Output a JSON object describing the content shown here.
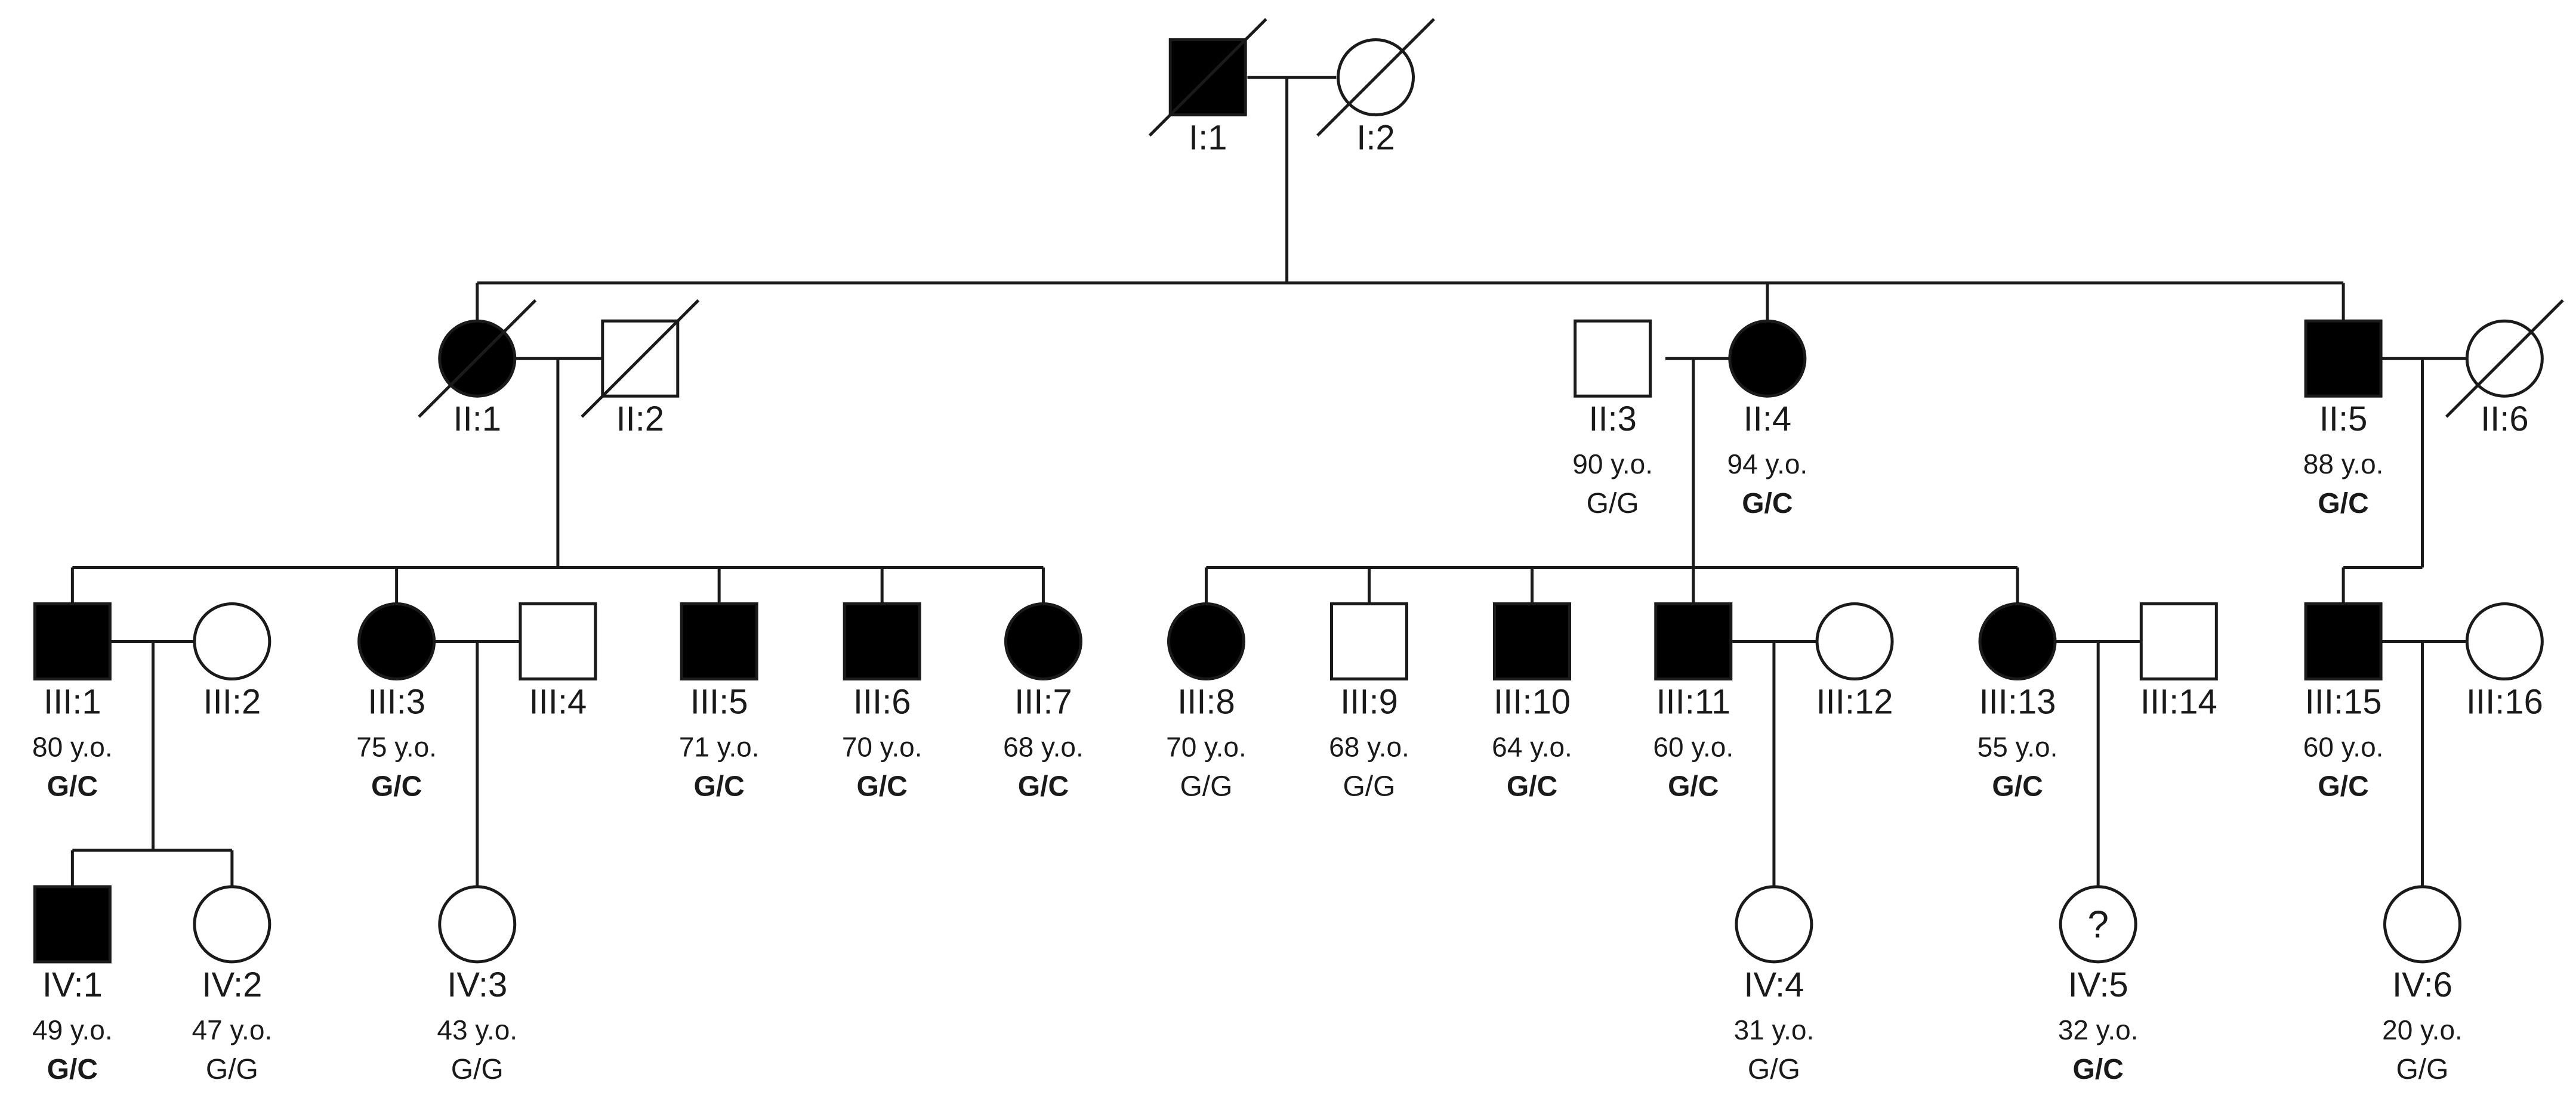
{
  "colors": {
    "affected": "#000000",
    "unaffected": "#ffffff",
    "line": "#1a1a1a"
  },
  "individuals": [
    {
      "id": "I:1",
      "sex": "male",
      "affected": true,
      "deceased": true
    },
    {
      "id": "I:2",
      "sex": "female",
      "affected": false,
      "deceased": true
    },
    {
      "id": "II:1",
      "sex": "female",
      "affected": true,
      "deceased": true
    },
    {
      "id": "II:2",
      "sex": "male",
      "affected": false,
      "deceased": true
    },
    {
      "id": "II:3",
      "sex": "male",
      "affected": false,
      "age": "90  y.o.",
      "genotype": "G/G"
    },
    {
      "id": "II:4",
      "sex": "female",
      "affected": true,
      "age": "94 y.o.",
      "genotype": "G/C"
    },
    {
      "id": "II:5",
      "sex": "male",
      "affected": true,
      "age": "88 y.o.",
      "genotype": "G/C"
    },
    {
      "id": "II:6",
      "sex": "female",
      "affected": false,
      "deceased": true
    },
    {
      "id": "III:1",
      "sex": "male",
      "affected": true,
      "age": "80 y.o.",
      "genotype": "G/C"
    },
    {
      "id": "III:2",
      "sex": "female",
      "affected": false
    },
    {
      "id": "III:3",
      "sex": "female",
      "affected": true,
      "age": "75 y.o.",
      "genotype": "G/C"
    },
    {
      "id": "III:4",
      "sex": "male",
      "affected": false
    },
    {
      "id": "III:5",
      "sex": "male",
      "affected": true,
      "age": "71 y.o.",
      "genotype": "G/C"
    },
    {
      "id": "III:6",
      "sex": "male",
      "affected": true,
      "age": "70 y.o.",
      "genotype": "G/C"
    },
    {
      "id": "III:7",
      "sex": "female",
      "affected": true,
      "age": "68 y.o.",
      "genotype": "G/C"
    },
    {
      "id": "III:8",
      "sex": "female",
      "affected": true,
      "age": "70 y.o.",
      "genotype": "G/G"
    },
    {
      "id": "III:9",
      "sex": "male",
      "affected": false,
      "age": "68 y.o.",
      "genotype": "G/G"
    },
    {
      "id": "III:10",
      "sex": "male",
      "affected": true,
      "age": "64 y.o.",
      "genotype": "G/C"
    },
    {
      "id": "III:11",
      "sex": "male",
      "affected": true,
      "age": "60 y.o.",
      "genotype": "G/C"
    },
    {
      "id": "III:12",
      "sex": "female",
      "affected": false
    },
    {
      "id": "III:13",
      "sex": "female",
      "affected": true,
      "age": "55 y.o.",
      "genotype": "G/C"
    },
    {
      "id": "III:14",
      "sex": "male",
      "affected": false
    },
    {
      "id": "III:15",
      "sex": "male",
      "affected": true,
      "age": "60 y.o.",
      "genotype": "G/C"
    },
    {
      "id": "III:16",
      "sex": "female",
      "affected": false
    },
    {
      "id": "IV:1",
      "sex": "male",
      "affected": true,
      "age": "49 y.o.",
      "genotype": "G/C"
    },
    {
      "id": "IV:2",
      "sex": "female",
      "affected": false,
      "age": "47 y.o.",
      "genotype": "G/G"
    },
    {
      "id": "IV:3",
      "sex": "female",
      "affected": false,
      "age": "43 y.o.",
      "genotype": "G/G"
    },
    {
      "id": "IV:4",
      "sex": "female",
      "affected": false,
      "age": "31 y.o.",
      "genotype": "G/G"
    },
    {
      "id": "IV:5",
      "sex": "female",
      "affected": false,
      "unknown": true,
      "marker": "?",
      "age": "32 y.o.",
      "genotype": "G/C"
    },
    {
      "id": "IV:6",
      "sex": "female",
      "affected": false,
      "age": "20 y.o.",
      "genotype": "G/G"
    }
  ]
}
